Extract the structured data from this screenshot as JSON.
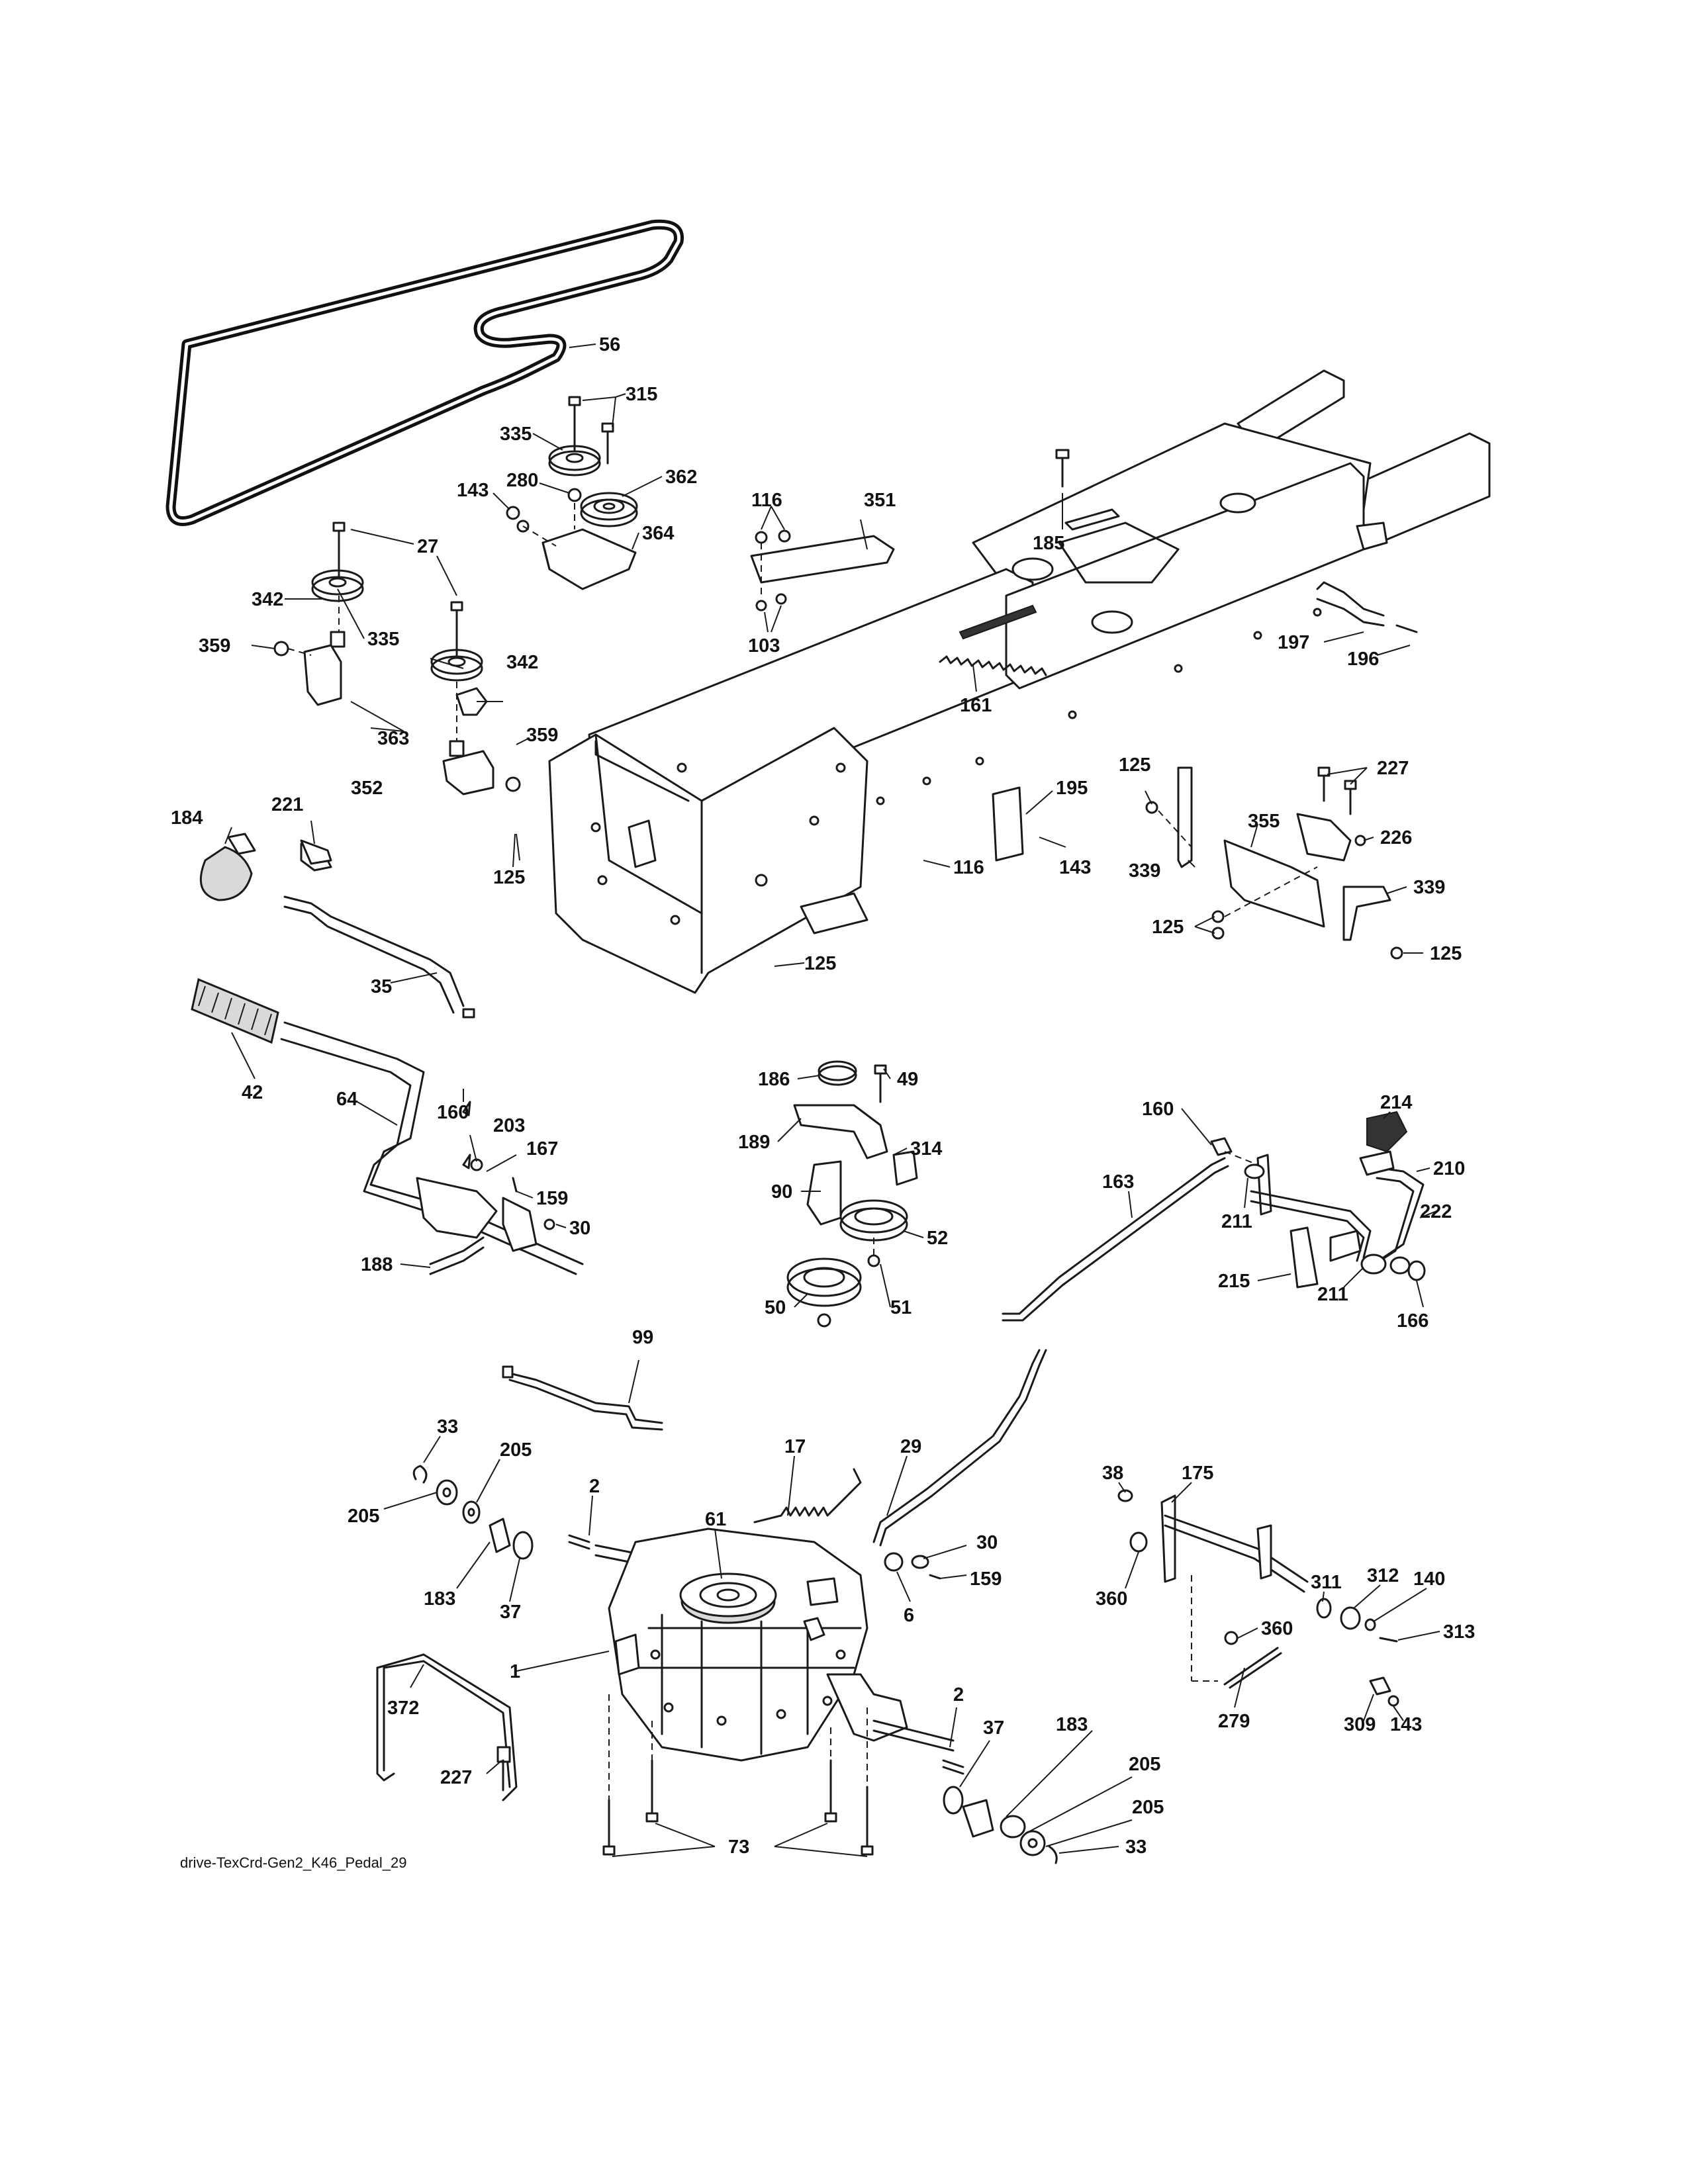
{
  "diagram": {
    "caption": "drive-TexCrd-Gen2_K46_Pedal_29",
    "labels": {
      "p56": "56",
      "p315": "315",
      "p335a": "335",
      "p280": "280",
      "p362": "362",
      "p143a": "143",
      "p364": "364",
      "p27": "27",
      "p342a": "342",
      "p335b": "335",
      "p359a": "359",
      "p342b": "342",
      "p363": "363",
      "p359b": "359",
      "p352": "352",
      "p125a": "125",
      "p116a": "116",
      "p351": "351",
      "p103": "103",
      "p185": "185",
      "p161": "161",
      "p197": "197",
      "p196": "196",
      "p184": "184",
      "p221": "221",
      "p35": "35",
      "p42": "42",
      "p125b": "125",
      "p195": "195",
      "p116b": "116",
      "p143b": "143",
      "p125c": "125",
      "p227a": "227",
      "p355": "355",
      "p226": "226",
      "p339a": "339",
      "p339b": "339",
      "p125d": "125",
      "p125e": "125",
      "p64": "64",
      "p160a": "160",
      "p203": "203",
      "p167": "167",
      "p159a": "159",
      "p30a": "30",
      "p188": "188",
      "p186": "186",
      "p49": "49",
      "p189": "189",
      "p314": "314",
      "p90": "90",
      "p52": "52",
      "p50": "50",
      "p51": "51",
      "p160b": "160",
      "p214": "214",
      "p210": "210",
      "p163": "163",
      "p211a": "211",
      "p222": "222",
      "p215": "215",
      "p211b": "211",
      "p166": "166",
      "p99": "99",
      "p33a": "33",
      "p205a": "205",
      "p205b": "205",
      "p2a": "2",
      "p183a": "183",
      "p37a": "37",
      "p17": "17",
      "p29": "29",
      "p61": "61",
      "p30b": "30",
      "p159b": "159",
      "p6": "6",
      "p1": "1",
      "p38": "38",
      "p175": "175",
      "p360a": "360",
      "p311": "311",
      "p312": "312",
      "p140": "140",
      "p313": "313",
      "p360b": "360",
      "p279": "279",
      "p309": "309",
      "p143c": "143",
      "p372": "372",
      "p227b": "227",
      "p2b": "2",
      "p37b": "37",
      "p183b": "183",
      "p205c": "205",
      "p205d": "205",
      "p33b": "33",
      "p73": "73"
    }
  }
}
